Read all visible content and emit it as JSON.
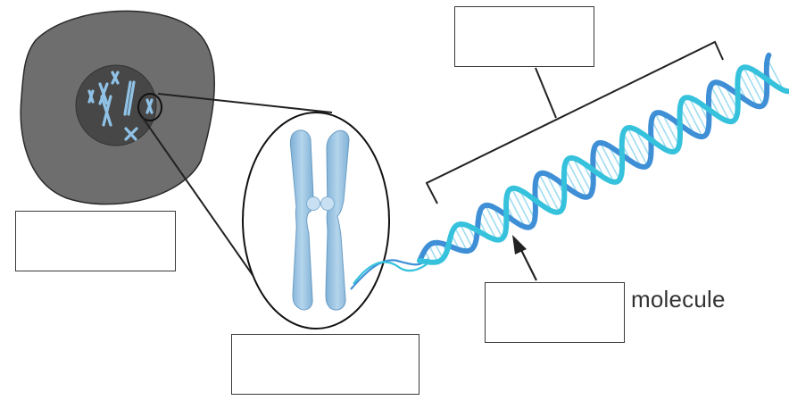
{
  "diagram": {
    "labels": {
      "molecule_suffix": "molecule"
    },
    "answer_boxes": [
      {
        "id": "gene",
        "value": ""
      },
      {
        "id": "cell",
        "value": ""
      },
      {
        "id": "chromosome",
        "value": ""
      },
      {
        "id": "dna",
        "value": ""
      }
    ],
    "colors": {
      "cell_body": "#6e6e6e",
      "nucleus": "#474747",
      "chromosome": "#9cc4e0",
      "dna_strand_light": "#36c2dc",
      "dna_strand_dark": "#3f8fd6",
      "outline": "#222222"
    }
  }
}
